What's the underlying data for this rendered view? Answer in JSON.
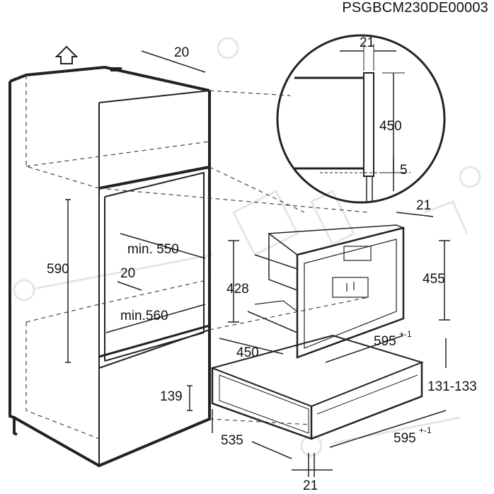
{
  "document_code": "PSGBCM230DE00003",
  "dimensions": {
    "cabinet_top_depth": "20",
    "niche_height": "590",
    "niche_min_depth": "min. 550",
    "niche_gap": "20",
    "niche_min_width": "min.560",
    "drawer_niche_height": "139",
    "detail_panel_thickness": "21",
    "detail_height": "450",
    "detail_gap": "5",
    "machine_depth_top": "21",
    "machine_height": "455",
    "machine_inner_height": "428",
    "machine_width": "595",
    "machine_width_tolerance": "+-1",
    "machine_depth": "450",
    "drawer_height": "131-133",
    "drawer_depth": "535",
    "drawer_width": "595",
    "drawer_width_tolerance": "+-1",
    "drawer_front_thickness": "21"
  },
  "icons": {
    "up_arrow": "up-arrow-icon"
  }
}
